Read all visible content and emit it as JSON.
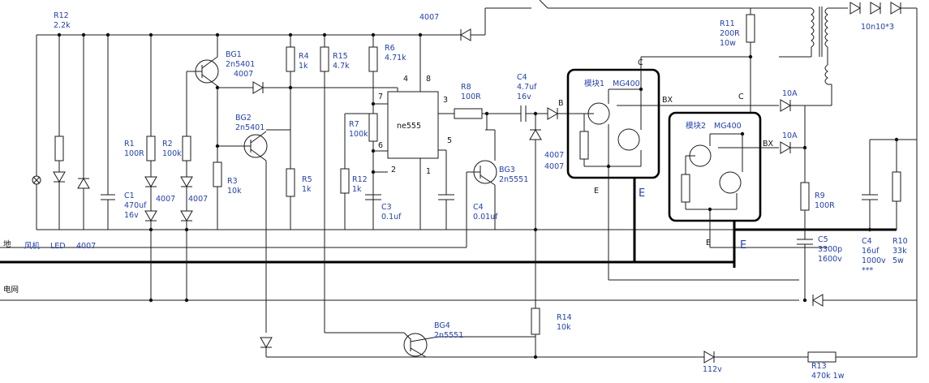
{
  "rails": {
    "ground_label": "地",
    "grid_label": "电网"
  },
  "bottom_labels": {
    "fan": "风机",
    "led": "LED",
    "diode": "4007"
  },
  "components": {
    "r12_top": {
      "ref": "R12",
      "value": "2.2k"
    },
    "r1": {
      "ref": "R1",
      "value": "100R"
    },
    "r2": {
      "ref": "R2",
      "value": "100k"
    },
    "c1": {
      "ref": "C1",
      "value": "470uf",
      "rating": "16v"
    },
    "d_c1a": "4007",
    "d_c1b": "4007",
    "bg1": {
      "ref": "BG1",
      "value": "2n5401"
    },
    "d_bg1": "4007",
    "bg2": {
      "ref": "BG2",
      "value": "2n5401"
    },
    "r3": {
      "ref": "R3",
      "value": "10k"
    },
    "r4": {
      "ref": "R4",
      "value": "1k"
    },
    "r5": {
      "ref": "R5",
      "value": "1k"
    },
    "r15": {
      "ref": "R15",
      "value": "4.7k"
    },
    "r6": {
      "ref": "R6",
      "value": "4.71k"
    },
    "r7": {
      "ref": "R7",
      "value": "100k"
    },
    "r12_mid": {
      "ref": "R12",
      "value": "1k"
    },
    "c3": {
      "ref": "C3",
      "value": "0.1uf"
    },
    "ic": {
      "name": "ne555",
      "pins": [
        "4",
        "8",
        "7",
        "6",
        "2",
        "1",
        "3",
        "5"
      ]
    },
    "d_top": "4007",
    "r8": {
      "ref": "R8",
      "value": "100R"
    },
    "c4_coup": {
      "ref": "C4",
      "value": "4.7uf",
      "rating": "16v"
    },
    "node_b": "B",
    "d_c4a": "4007",
    "d_c4b": "4007",
    "bg3": {
      "ref": "BG3",
      "value": "2n5551"
    },
    "c4_small": {
      "ref": "C4",
      "value": "0.01uf"
    },
    "r14": {
      "ref": "R14",
      "value": "10k"
    },
    "bg4": {
      "ref": "BG4",
      "value": "2n5551"
    },
    "zener": "112v",
    "r13": {
      "ref": "R13",
      "value": "470k 1w"
    },
    "r11": {
      "ref": "R11",
      "value": "200R",
      "rating": "10w"
    },
    "out_diodes": "10n10*3",
    "fuse1": "10A",
    "fuse2": "10A",
    "r9": {
      "ref": "R9",
      "value": "100R"
    },
    "c5": {
      "ref": "C5",
      "value": "3300p",
      "rating": "1600v"
    },
    "c4_big": {
      "ref": "C4",
      "value": "16uf",
      "rating": "1000v",
      "note": "***"
    },
    "r10": {
      "ref": "R10",
      "value": "33k",
      "rating": "5w"
    }
  },
  "modules": {
    "m1": {
      "name": "模块1",
      "part": "MG400",
      "c": "C",
      "bx": "BX",
      "e": "E",
      "e_big": "E"
    },
    "m2": {
      "name": "模块2",
      "part": "MG400",
      "c": "C",
      "bx": "BX",
      "e": "E",
      "e_big": "E"
    }
  }
}
